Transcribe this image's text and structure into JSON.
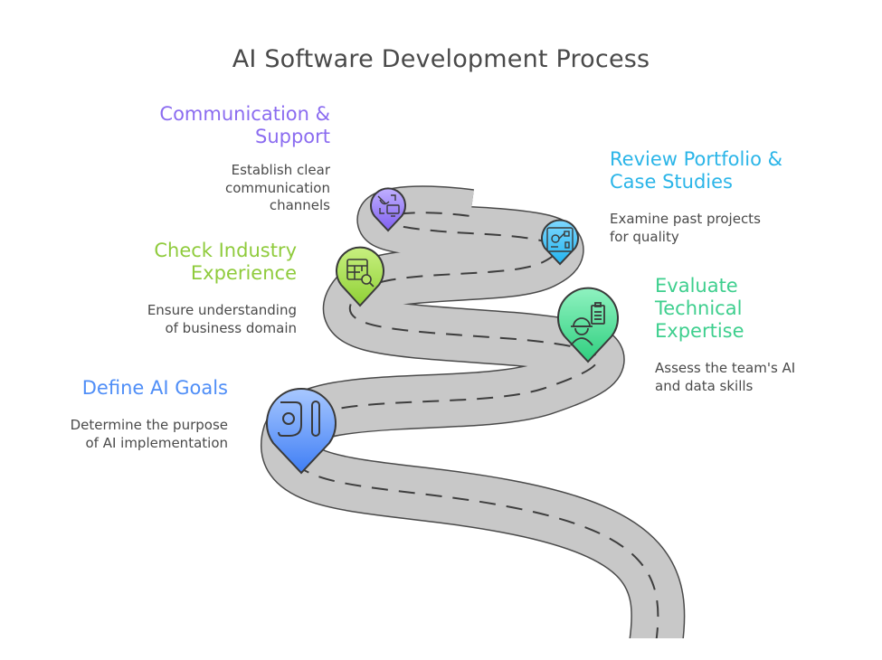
{
  "title": "AI Software Development Process",
  "steps": [
    {
      "title_lines": [
        "Define AI Goals"
      ],
      "description_lines": [
        "Determine the purpose",
        "of AI implementation"
      ],
      "color": "#4f8ef7",
      "icon": "ai-logo-icon"
    },
    {
      "title_lines": [
        "Evaluate",
        "Technical",
        "Expertise"
      ],
      "description_lines": [
        "Assess the team's AI",
        "and data skills"
      ],
      "color": "#3ecf8e",
      "icon": "engineer-clipboard-icon"
    },
    {
      "title_lines": [
        "Check Industry",
        "Experience"
      ],
      "description_lines": [
        "Ensure understanding",
        "of business domain"
      ],
      "color": "#8fcb3c",
      "icon": "table-search-icon"
    },
    {
      "title_lines": [
        "Review Portfolio &",
        "Case Studies"
      ],
      "description_lines": [
        "Examine past projects",
        "for quality"
      ],
      "color": "#2bb5e8",
      "icon": "portfolio-board-icon"
    },
    {
      "title_lines": [
        "Communication &",
        "Support"
      ],
      "description_lines": [
        "Establish clear",
        "communication",
        "channels"
      ],
      "color": "#8b6cf0",
      "icon": "satellite-monitor-icon"
    }
  ]
}
